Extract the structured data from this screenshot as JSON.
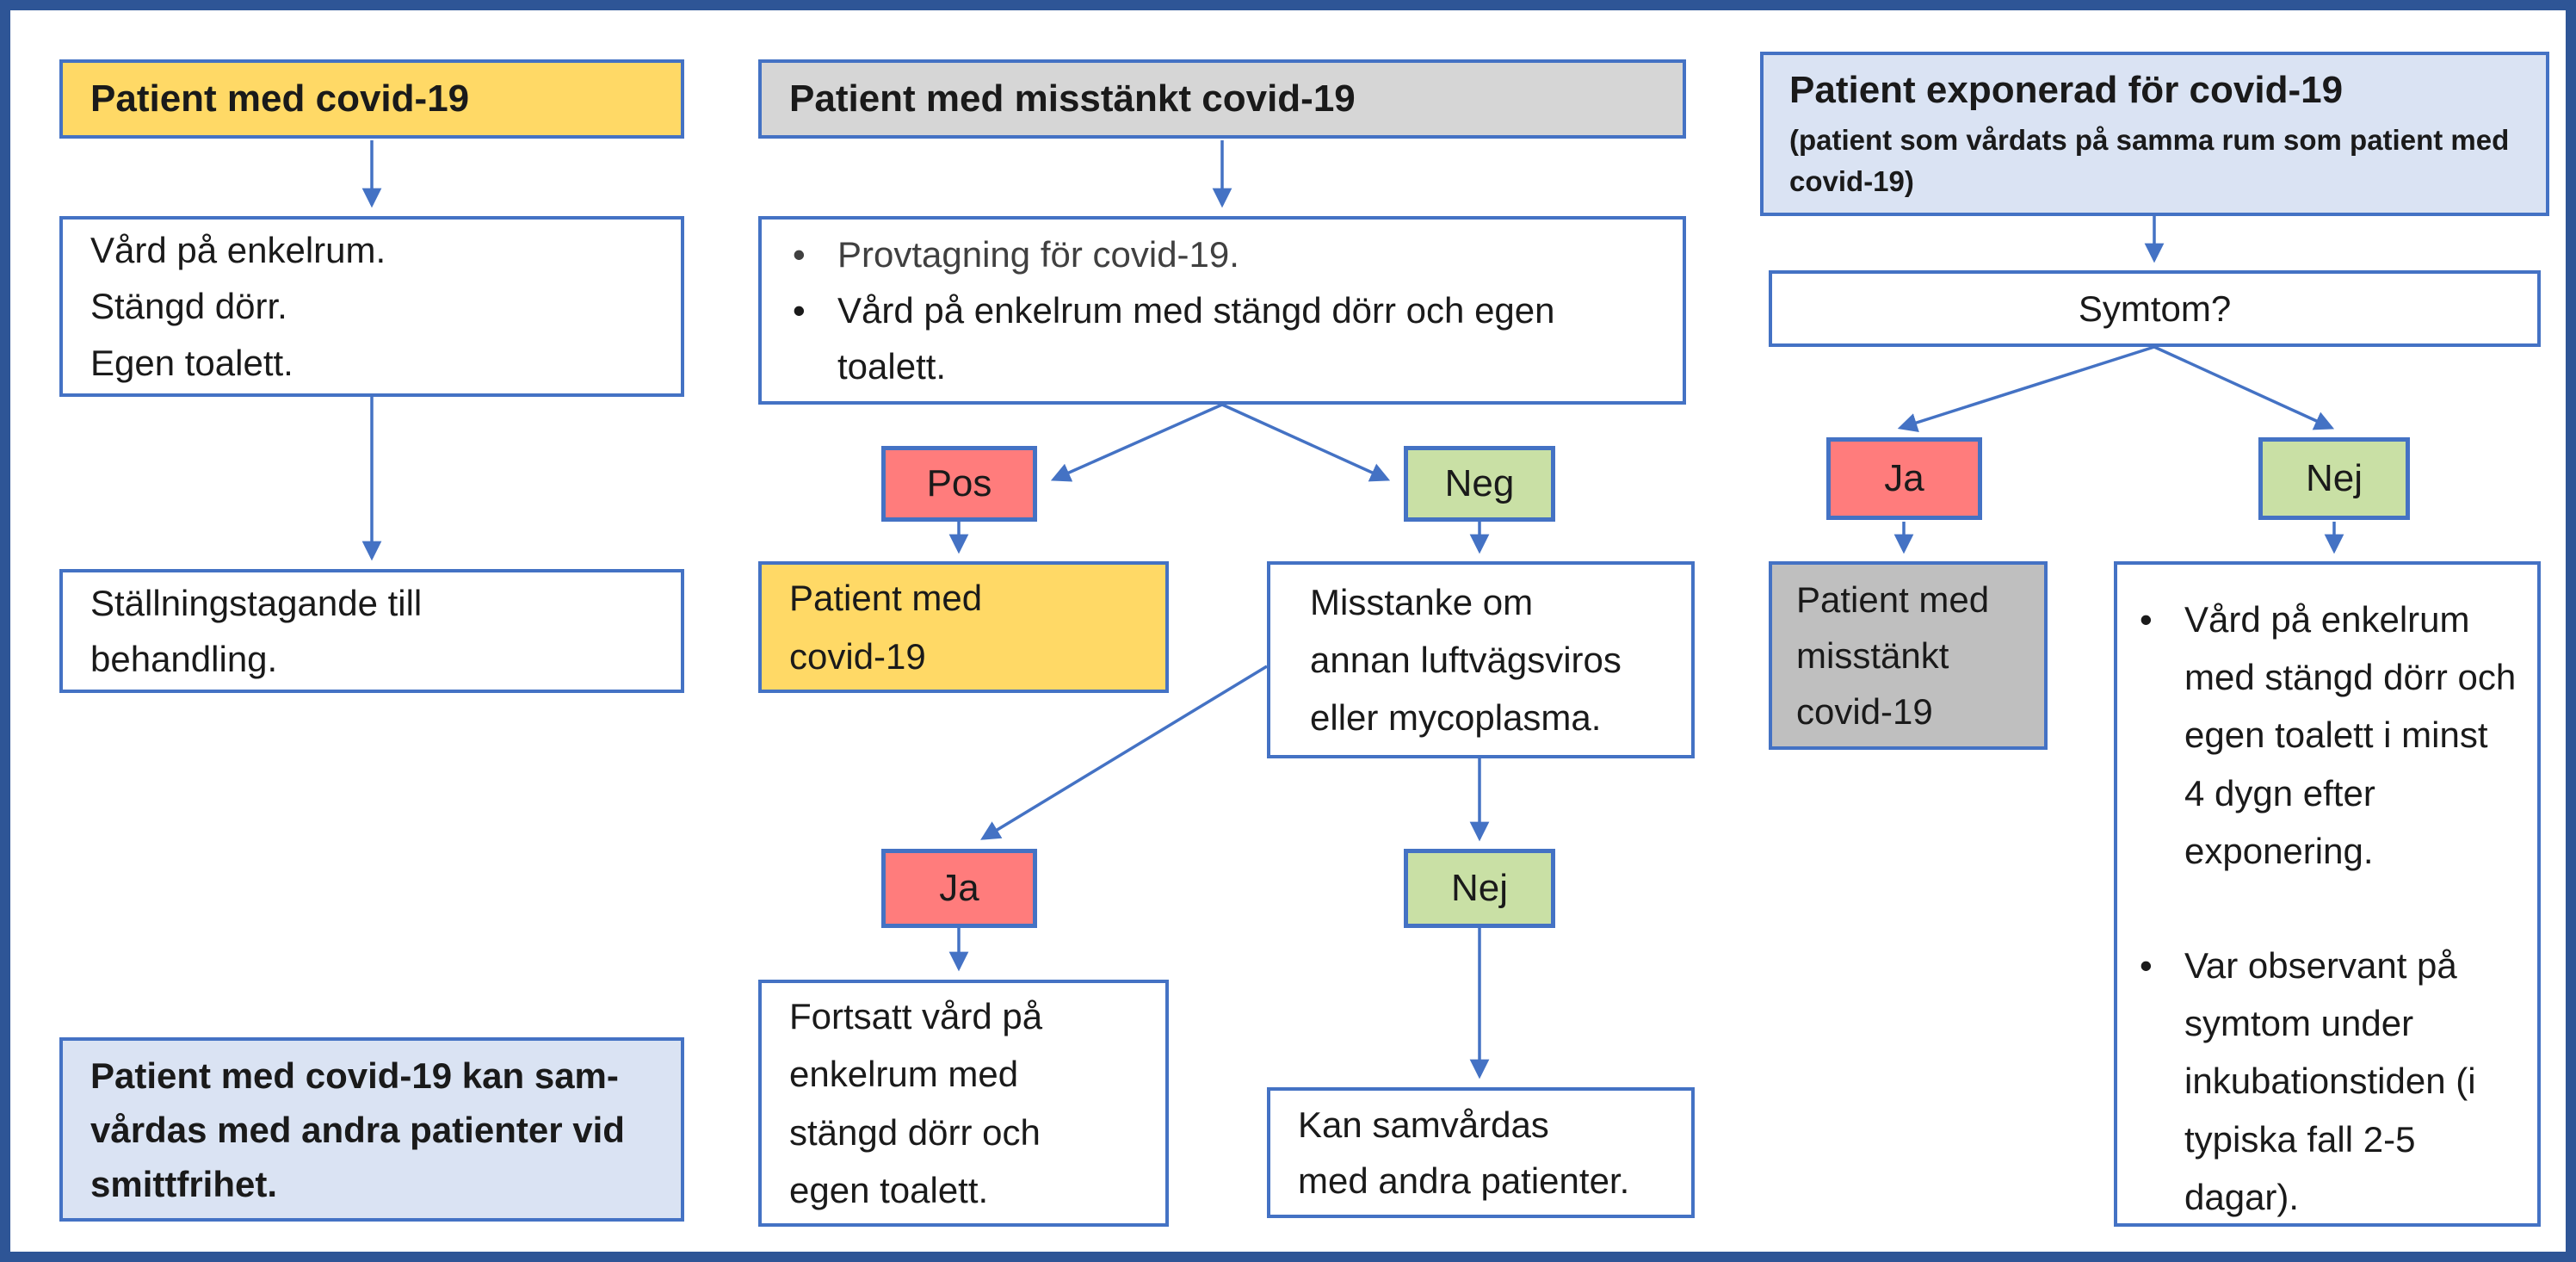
{
  "glyphs": {
    "bullet": "•"
  },
  "colors": {
    "frame_blue": "#2E5596",
    "accent_blue": "#4472C4",
    "yellow": "#FFD966",
    "light_blue": "#DAE3F3",
    "gray_header": "#D6D6D6",
    "gray_box": "#BFBFBF",
    "red": "#FF7C7C",
    "green": "#C9E0A5"
  },
  "col1": {
    "header": "Patient med covid-19",
    "care_lines": [
      "Vård på enkelrum.",
      "Stängd dörr.",
      "Egen toalett."
    ],
    "decision_lines": [
      "Ställningstagande till",
      "behandling."
    ],
    "note_lines": [
      "Patient med covid-19 kan sam-",
      "vårdas med andra patienter vid",
      "smittfrihet."
    ]
  },
  "col2": {
    "header": "Patient med misstänkt covid-19",
    "bullets": [
      "Provtagning för covid-19.",
      "Vård på enkelrum med stängd dörr och egen toalett."
    ],
    "pos_label": "Pos",
    "neg_label": "Neg",
    "covid_lines": [
      "Patient med",
      "covid-19"
    ],
    "suspicion_lines": [
      "Misstanke om",
      "annan luftvägsviros",
      "eller mycoplasma."
    ],
    "ja_label": "Ja",
    "nej_label": "Nej",
    "continued_lines": [
      "Fortsatt vård på",
      "enkelrum med",
      "stängd dörr och",
      "egen toalett."
    ],
    "cohort_lines": [
      "Kan samvårdas",
      "med andra patienter."
    ]
  },
  "col3": {
    "header_title": "Patient exponerad för covid-19",
    "header_subtitle": "(patient som vårdats på samma rum som patient med covid-19)",
    "symptom_question": "Symtom?",
    "ja_label": "Ja",
    "nej_label": "Nej",
    "suspected_lines": [
      "Patient med",
      "misstänkt",
      "covid-19"
    ],
    "care_bullets": [
      "Vård på enkelrum med stängd dörr och egen toalett i minst 4 dygn efter exponering.",
      "Var observant på symtom under inkubationstiden (i typiska fall 2-5 dagar)."
    ]
  }
}
